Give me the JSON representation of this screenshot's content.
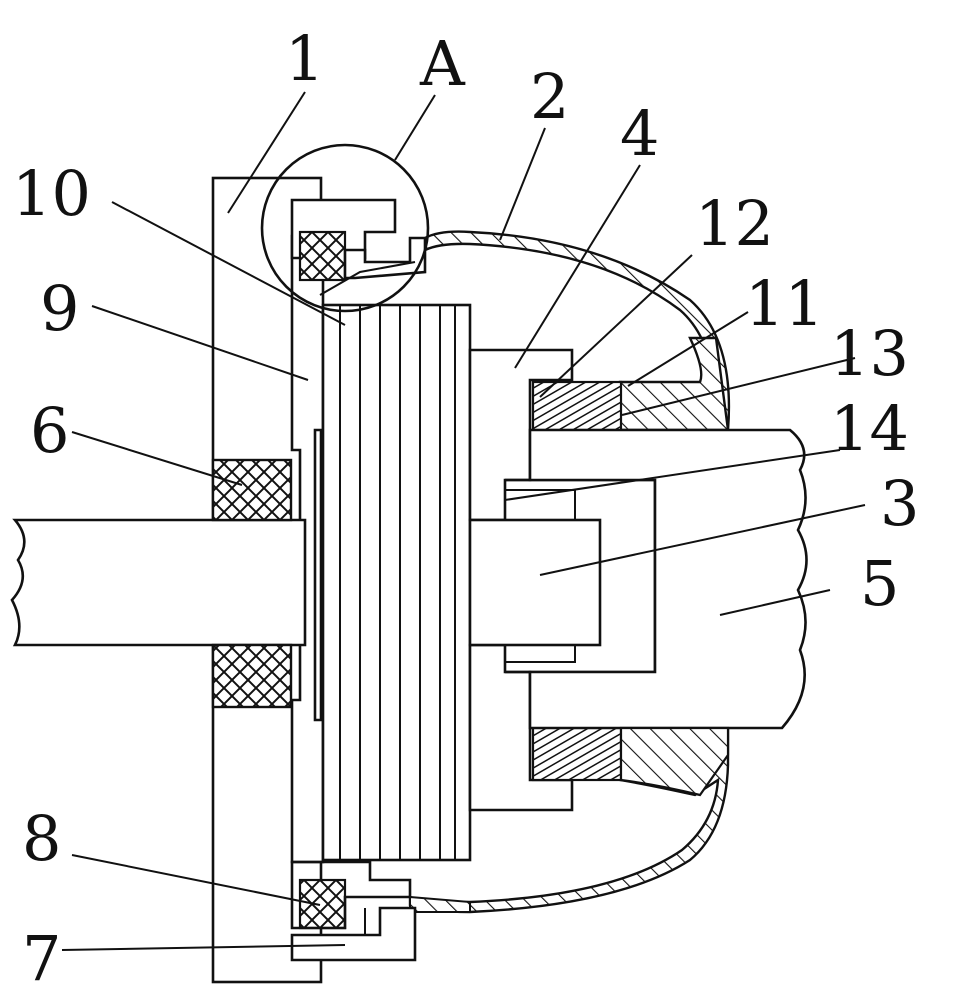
{
  "labels": {
    "l1": "1",
    "lA": "A",
    "l2": "2",
    "l4": "4",
    "l10": "10",
    "l12": "12",
    "l11": "11",
    "l13": "13",
    "l9": "9",
    "l14": "14",
    "l6": "6",
    "l3": "3",
    "l5": "5",
    "l8": "8",
    "l7": "7"
  }
}
